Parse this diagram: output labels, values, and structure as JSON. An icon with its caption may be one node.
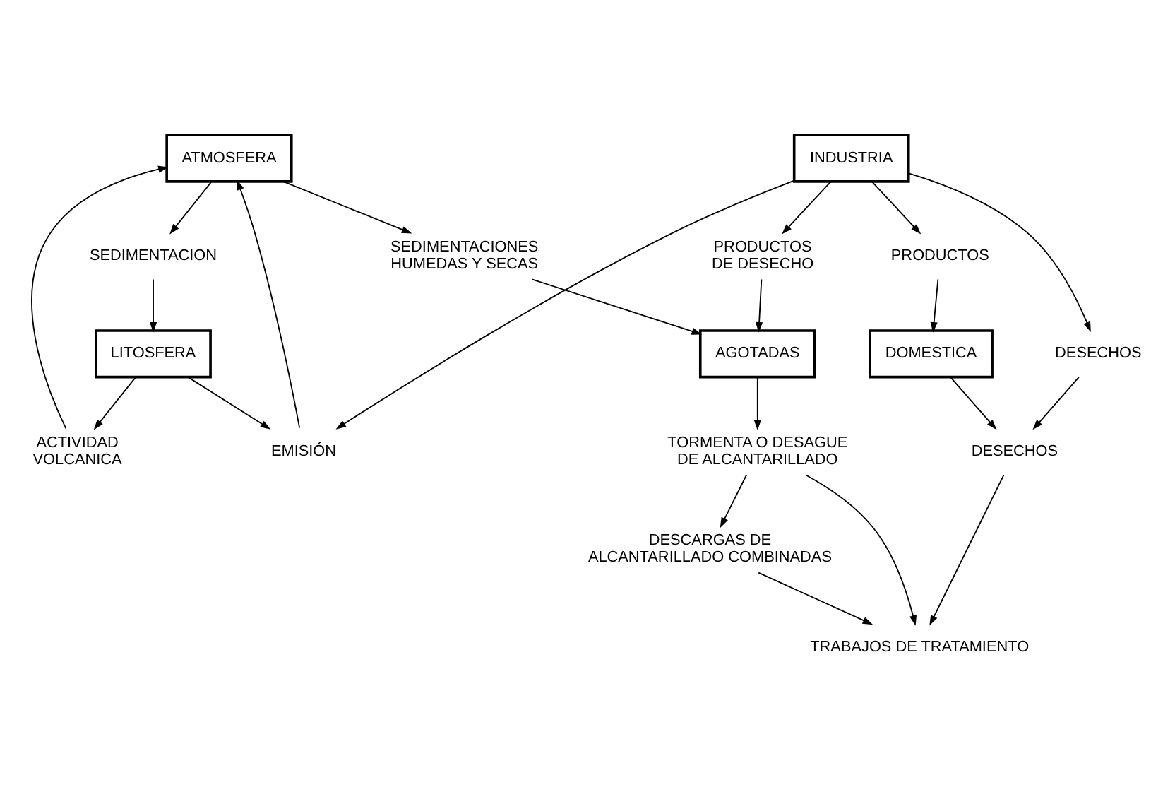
{
  "diagram": {
    "nodes": [
      {
        "text": [
          "ATMOSFERA"
        ]
      },
      {
        "text": [
          "ACTIVIDAD VOLCANICA"
        ]
      },
      {
        "text": [
          "SEDIMENTACION"
        ]
      },
      {
        "text": [
          "SEDIMENTACIONES HUMEDAS Y SECAS"
        ]
      },
      {
        "text": [
          "EMISIÓN"
        ]
      },
      {
        "text": [
          "LITOSFERA"
        ]
      },
      {
        "text": [
          "INDUSTRIA"
        ]
      },
      {
        "text": [
          "AGOTADAS"
        ]
      },
      {
        "text": [
          "DESECHOS"
        ]
      },
      {
        "text": [
          "PRODUCTOS DE DESECHO"
        ]
      },
      {
        "text": [
          "PRODUCTOS"
        ]
      },
      {
        "text": [
          "TORMENTA O DESAGUE DE ALCANTARILLADO"
        ]
      },
      {
        "text": [
          "DOMESTICA"
        ]
      },
      {
        "text": [
          "DESCARGAS DE ALCANTARILLADO COMBINADAS"
        ]
      },
      {
        "text": [
          "DESECHOS"
        ]
      },
      {
        "text": [
          "TRABAJOS DE TRATAMIENTO"
        ]
      }
    ],
    "edges": [
      {
        "from": 4,
        "to": 0,
        "arrow": "to"
      },
      {
        "from": 1,
        "to": 0,
        "arrow": "to"
      },
      {
        "from": 0,
        "to": 2,
        "arrow": "to"
      },
      {
        "from": 0,
        "to": 3,
        "arrow": "to"
      },
      {
        "from": 2,
        "to": 5,
        "arrow": "to"
      },
      {
        "from": 5,
        "to": 4,
        "arrow": "to"
      },
      {
        "from": 5,
        "to": 1,
        "arrow": "to"
      },
      {
        "from": 3,
        "to": 7,
        "arrow": "to"
      },
      {
        "from": 6,
        "to": 4,
        "arrow": "to"
      },
      {
        "from": 6,
        "to": 8,
        "arrow": "to"
      },
      {
        "from": 6,
        "to": 9,
        "arrow": "to"
      },
      {
        "from": 6,
        "to": 10,
        "arrow": "to"
      },
      {
        "from": 9,
        "to": 7,
        "arrow": "to"
      },
      {
        "from": 7,
        "to": 11,
        "arrow": "to"
      },
      {
        "from": 10,
        "to": 12,
        "arrow": "to"
      },
      {
        "from": 8,
        "to": 14,
        "arrow": "to"
      },
      {
        "from": 12,
        "to": 14,
        "arrow": "to"
      },
      {
        "from": 11,
        "to": 13,
        "arrow": "to"
      },
      {
        "from": 11,
        "to": 15,
        "arrow": "to"
      },
      {
        "from": 13,
        "to": 15,
        "arrow": "to"
      },
      {
        "from": 14,
        "to": 15,
        "arrow": "to"
      }
    ]
  }
}
